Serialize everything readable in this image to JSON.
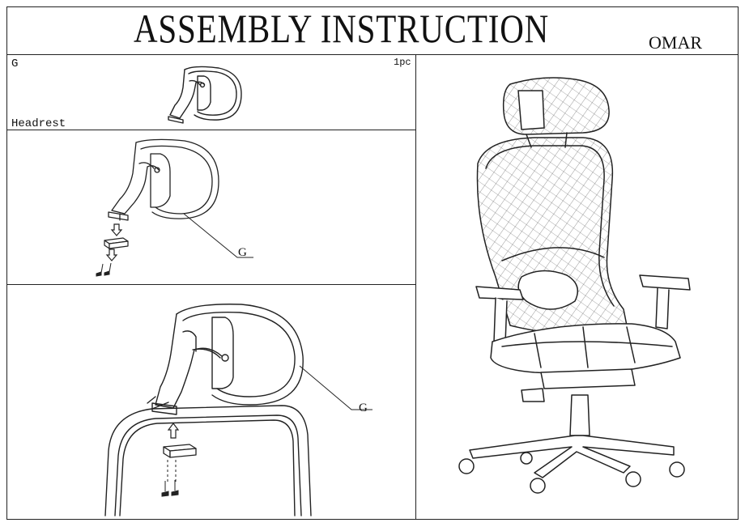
{
  "header": {
    "title": "ASSEMBLY INSTRUCTION",
    "model": "OMAR"
  },
  "parts_panel": {
    "part_letter": "G",
    "quantity": "1pc",
    "part_name": "Headrest"
  },
  "step1": {
    "callout": "G"
  },
  "step2": {
    "callout": "G"
  },
  "icons": [
    "headrest-part-icon",
    "screw-icon",
    "bracket-icon",
    "arrow-down-icon",
    "arrow-up-icon",
    "office-chair-icon"
  ]
}
